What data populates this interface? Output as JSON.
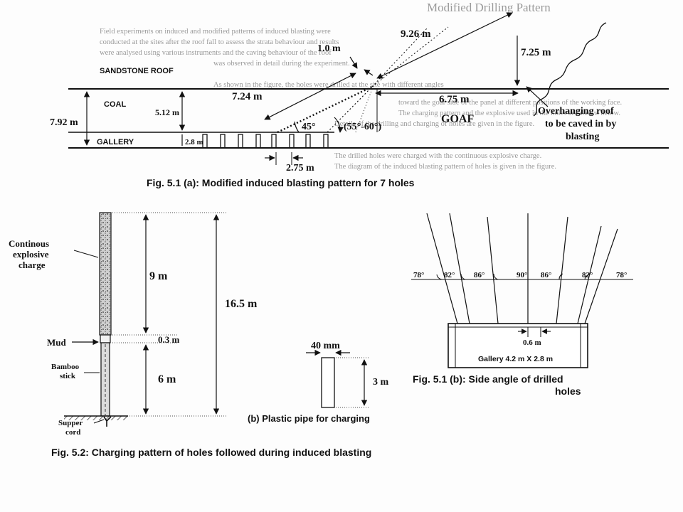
{
  "background_text": {
    "heading": "Modified Drilling Pattern",
    "line1": "Field experiments on induced and modified patterns of induced blasting were",
    "line2": "conducted at the sites after the roof fall to assess the strata behaviour and results",
    "line3": "were analysed using various instruments and the caving behaviour of the roof",
    "line4": "was observed in detail during the experiment.",
    "line5": "As shown in the figure, the holes were drilled at the site with different angles",
    "line6": "toward the goaf side of the panel at different positions of the working face.",
    "line7": "The charging pattern and the explosive used in the holes are shown below.",
    "line8": "Details of the drilling and charging of holes are given in the figure.",
    "line9": "The drilled holes were charged with the continuous explosive charge.",
    "line10": "The diagram of the induced blasting pattern of holes is given in the figure."
  },
  "fig_a": {
    "roof_label": "SANDSTONE ROOF",
    "coal_label": "COAL",
    "gallery_label": "GALLERY",
    "goaf_label": "GOAF",
    "dim_total_height": "7.92 m",
    "dim_coal_height": "5.12 m",
    "dim_gallery_height": "2.8 m",
    "dim_top_spacing": "1.0 m",
    "dim_long_hole": "9.26 m",
    "dim_vertical": "7.25 m",
    "dim_short_hole": "7.24 m",
    "dim_horizontal": "6.75 m",
    "angle_45": "45°",
    "angle_range": "(55°-60°)",
    "dim_hole_spacing": "2.75 m",
    "overhang_note_1": "Overhanging roof",
    "overhang_note_2": "to be caved in by",
    "overhang_note_3": "blasting",
    "caption": "Fig. 5.1 (a): Modified induced blasting pattern for 7 holes"
  },
  "fig_charge": {
    "explosive_label_1": "Continous",
    "explosive_label_2": "explosive",
    "explosive_label_3": "charge",
    "mud_label": "Mud",
    "bamboo_label_1": "Bamboo",
    "bamboo_label_2": "stick",
    "supper_label_1": "Supper",
    "supper_label_2": "cord",
    "dim_charge": "9 m",
    "dim_mud": "0.3 m",
    "dim_stick": "6 m",
    "dim_total": "16.5 m",
    "pipe_width": "40 mm",
    "pipe_length": "3 m",
    "pipe_caption": "(b) Plastic pipe for charging",
    "caption": "Fig. 5.2: Charging pattern of holes followed during induced blasting"
  },
  "fig_b": {
    "angles": [
      "78°",
      "82°",
      "86°",
      "90°",
      "86°",
      "82°",
      "78°"
    ],
    "dim_spacing": "0.6 m",
    "gallery_label": "Gallery 4.2 m X 2.8 m",
    "caption_1": "Fig. 5.1 (b): Side angle of drilled",
    "caption_2": "holes"
  },
  "colors": {
    "ink": "#111111",
    "faint": "#9a9a9a",
    "paper": "#fdfdfd"
  }
}
